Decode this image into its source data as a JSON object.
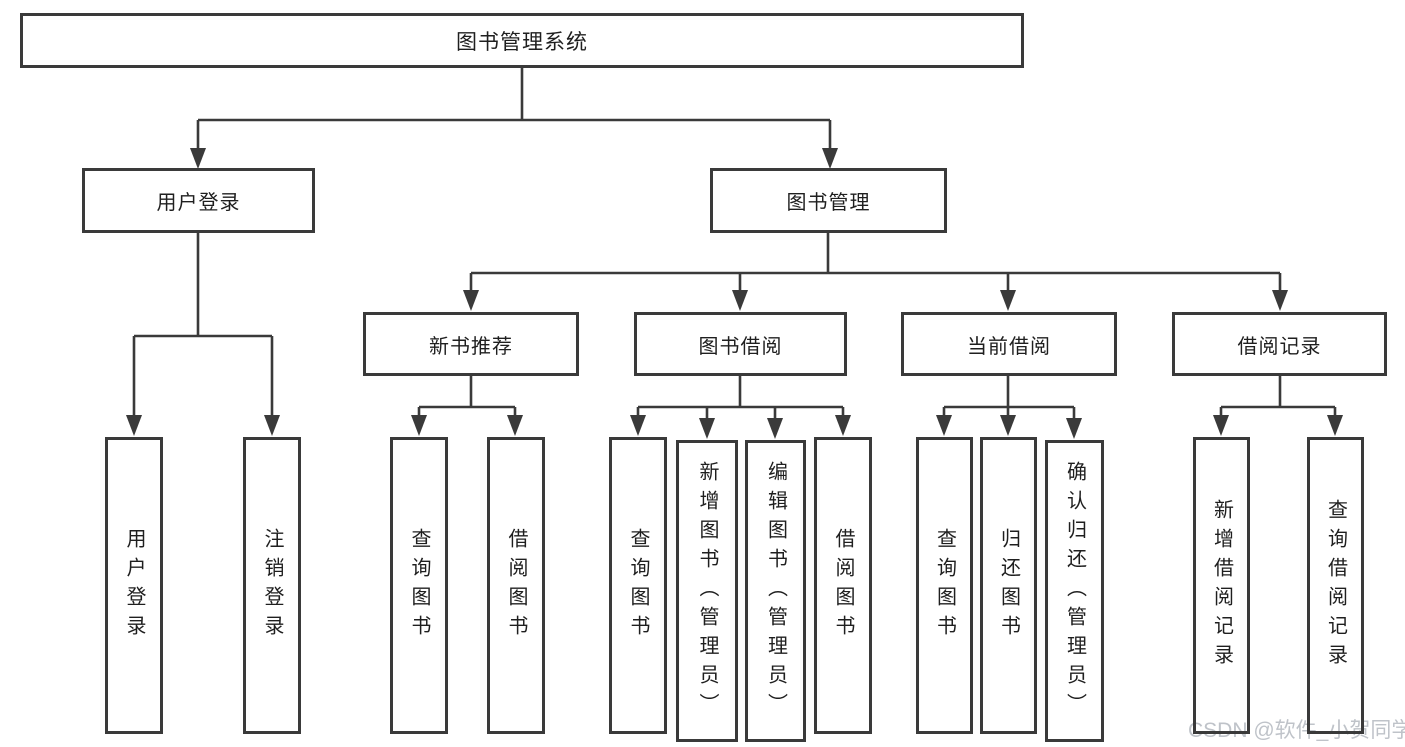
{
  "diagram": {
    "watermark": "CSDN @软件_小贺同学",
    "colors": {
      "line": "#3a3a3a",
      "text": "#1f1f1f",
      "background": "#ffffff",
      "watermark": "#bfc3c9"
    },
    "nodes": {
      "root": {
        "label": "图书管理系统"
      },
      "user_login": {
        "label": "用户登录"
      },
      "book_mgmt": {
        "label": "图书管理"
      },
      "new_book_rec": {
        "label": "新书推荐"
      },
      "book_borrow": {
        "label": "图书借阅"
      },
      "current_borrow": {
        "label": "当前借阅"
      },
      "borrow_record": {
        "label": "借阅记录"
      },
      "ul_login": {
        "label": "用户登录"
      },
      "ul_logout": {
        "label": "注销登录"
      },
      "nbr_query": {
        "label": "查询图书"
      },
      "nbr_borrow": {
        "label": "借阅图书"
      },
      "bb_query": {
        "label": "查询图书"
      },
      "bb_add": {
        "label": "新增图书（管理员）"
      },
      "bb_edit": {
        "label": "编辑图书（管理员）"
      },
      "bb_borrow": {
        "label": "借阅图书"
      },
      "cb_query": {
        "label": "查询图书"
      },
      "cb_return": {
        "label": "归还图书"
      },
      "cb_confirm": {
        "label": "确认归还（管理员）"
      },
      "br_add": {
        "label": "新增借阅记录"
      },
      "br_query": {
        "label": "查询借阅记录"
      }
    },
    "tree": {
      "label": "图书管理系统",
      "children": [
        {
          "label": "用户登录",
          "children": [
            {
              "label": "用户登录"
            },
            {
              "label": "注销登录"
            }
          ]
        },
        {
          "label": "图书管理",
          "children": [
            {
              "label": "新书推荐",
              "children": [
                {
                  "label": "查询图书"
                },
                {
                  "label": "借阅图书"
                }
              ]
            },
            {
              "label": "图书借阅",
              "children": [
                {
                  "label": "查询图书"
                },
                {
                  "label": "新增图书（管理员）"
                },
                {
                  "label": "编辑图书（管理员）"
                },
                {
                  "label": "借阅图书"
                }
              ]
            },
            {
              "label": "当前借阅",
              "children": [
                {
                  "label": "查询图书"
                },
                {
                  "label": "归还图书"
                },
                {
                  "label": "确认归还（管理员）"
                }
              ]
            },
            {
              "label": "借阅记录",
              "children": [
                {
                  "label": "新增借阅记录"
                },
                {
                  "label": "查询借阅记录"
                }
              ]
            }
          ]
        }
      ]
    }
  }
}
